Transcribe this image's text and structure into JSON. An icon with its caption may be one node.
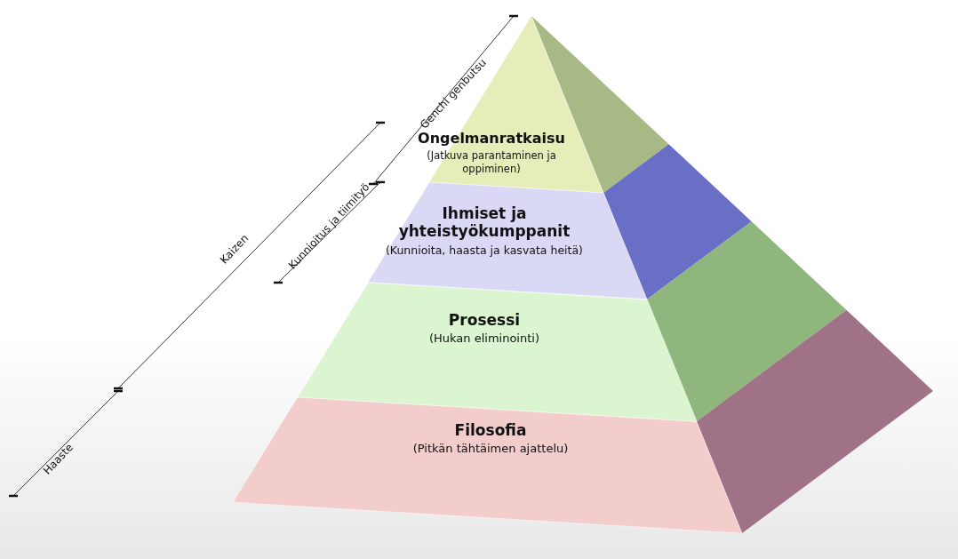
{
  "diagram": {
    "nodes": [
      {
        "text": [
          "Ongelmanratkaisu",
          "(Jatkuva parantaminen ja oppiminen)"
        ]
      },
      {
        "text": [
          "Ihmiset ja yhteistyökumppanit",
          "(Kunnioita, haasta ja kasvata heitä)"
        ]
      },
      {
        "text": [
          "Prosessi",
          "(Hukan eliminointi)"
        ]
      },
      {
        "text": [
          "Filosofia",
          "(Pitkän tähtäimen ajattelu)"
        ]
      }
    ],
    "labels": [
      "Genchi genbutsu",
      "Kunnioitus ja tiimityö",
      "Kaizen",
      "Haaste"
    ]
  }
}
